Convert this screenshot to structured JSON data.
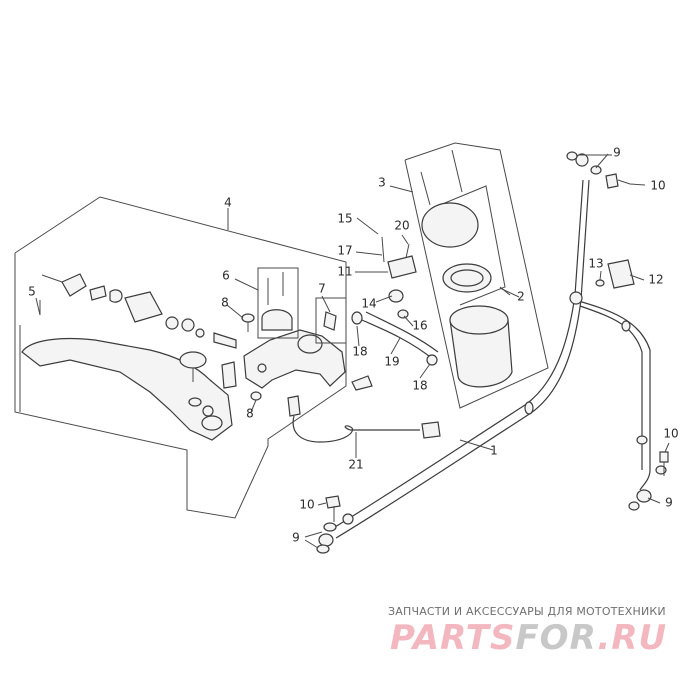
{
  "callouts": [
    {
      "id": "c1",
      "label": "1"
    },
    {
      "id": "c2",
      "label": "2"
    },
    {
      "id": "c3",
      "label": "3"
    },
    {
      "id": "c4",
      "label": "4"
    },
    {
      "id": "c5",
      "label": "5"
    },
    {
      "id": "c6",
      "label": "6"
    },
    {
      "id": "c7",
      "label": "7"
    },
    {
      "id": "c8a",
      "label": "8"
    },
    {
      "id": "c8b",
      "label": "8"
    },
    {
      "id": "c9a",
      "label": "9"
    },
    {
      "id": "c9b",
      "label": "9"
    },
    {
      "id": "c9c",
      "label": "9"
    },
    {
      "id": "c10a",
      "label": "10"
    },
    {
      "id": "c10b",
      "label": "10"
    },
    {
      "id": "c10c",
      "label": "10"
    },
    {
      "id": "c11",
      "label": "11"
    },
    {
      "id": "c12",
      "label": "12"
    },
    {
      "id": "c13",
      "label": "13"
    },
    {
      "id": "c14",
      "label": "14"
    },
    {
      "id": "c15",
      "label": "15"
    },
    {
      "id": "c16",
      "label": "16"
    },
    {
      "id": "c17",
      "label": "17"
    },
    {
      "id": "c18a",
      "label": "18"
    },
    {
      "id": "c18b",
      "label": "18"
    },
    {
      "id": "c19",
      "label": "19"
    },
    {
      "id": "c20",
      "label": "20"
    },
    {
      "id": "c21",
      "label": "21"
    }
  ],
  "watermark": {
    "caption": "ЗАПЧАСТИ И АКСЕССУАРЫ ДЛЯ МОТОТЕХНИКИ",
    "logo_main": "PARTS",
    "logo_mid": "FOR",
    "logo_tld": ".RU"
  }
}
